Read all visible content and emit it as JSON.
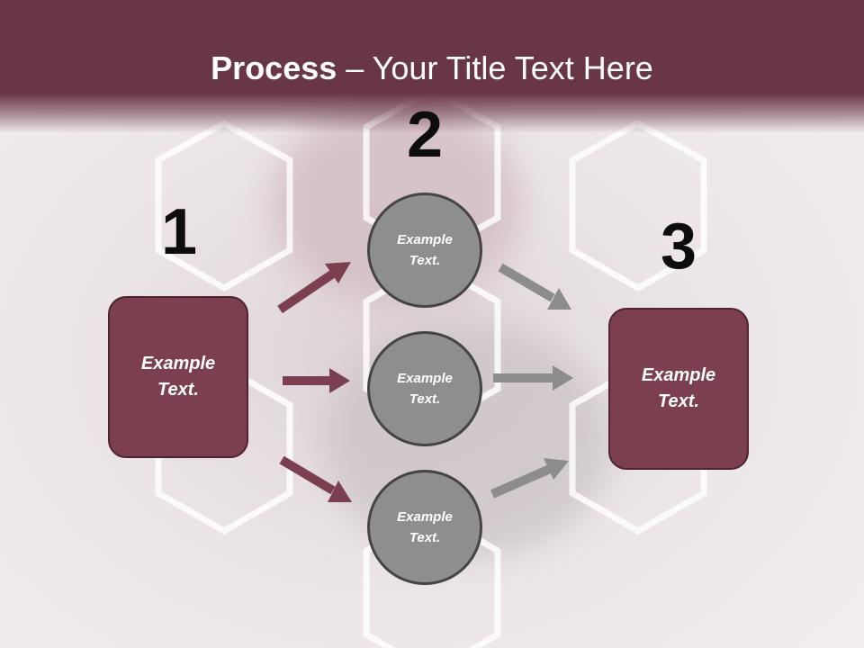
{
  "title": {
    "bold": "Process",
    "rest": " – Your Title Text Here"
  },
  "steps": [
    {
      "number": "1",
      "label": "Example Text."
    },
    {
      "number": "2",
      "items": [
        "Example Text.",
        "Example Text.",
        "Example Text."
      ]
    },
    {
      "number": "3",
      "label": "Example Text."
    }
  ],
  "colors": {
    "header": "#693645",
    "box_fill": "#7c3f4f",
    "box_border": "#4f2430",
    "circle_fill": "#8e8e8e",
    "circle_border": "#444444",
    "arrow_in": "#7c3f4f",
    "arrow_out": "#8c8c8c"
  }
}
